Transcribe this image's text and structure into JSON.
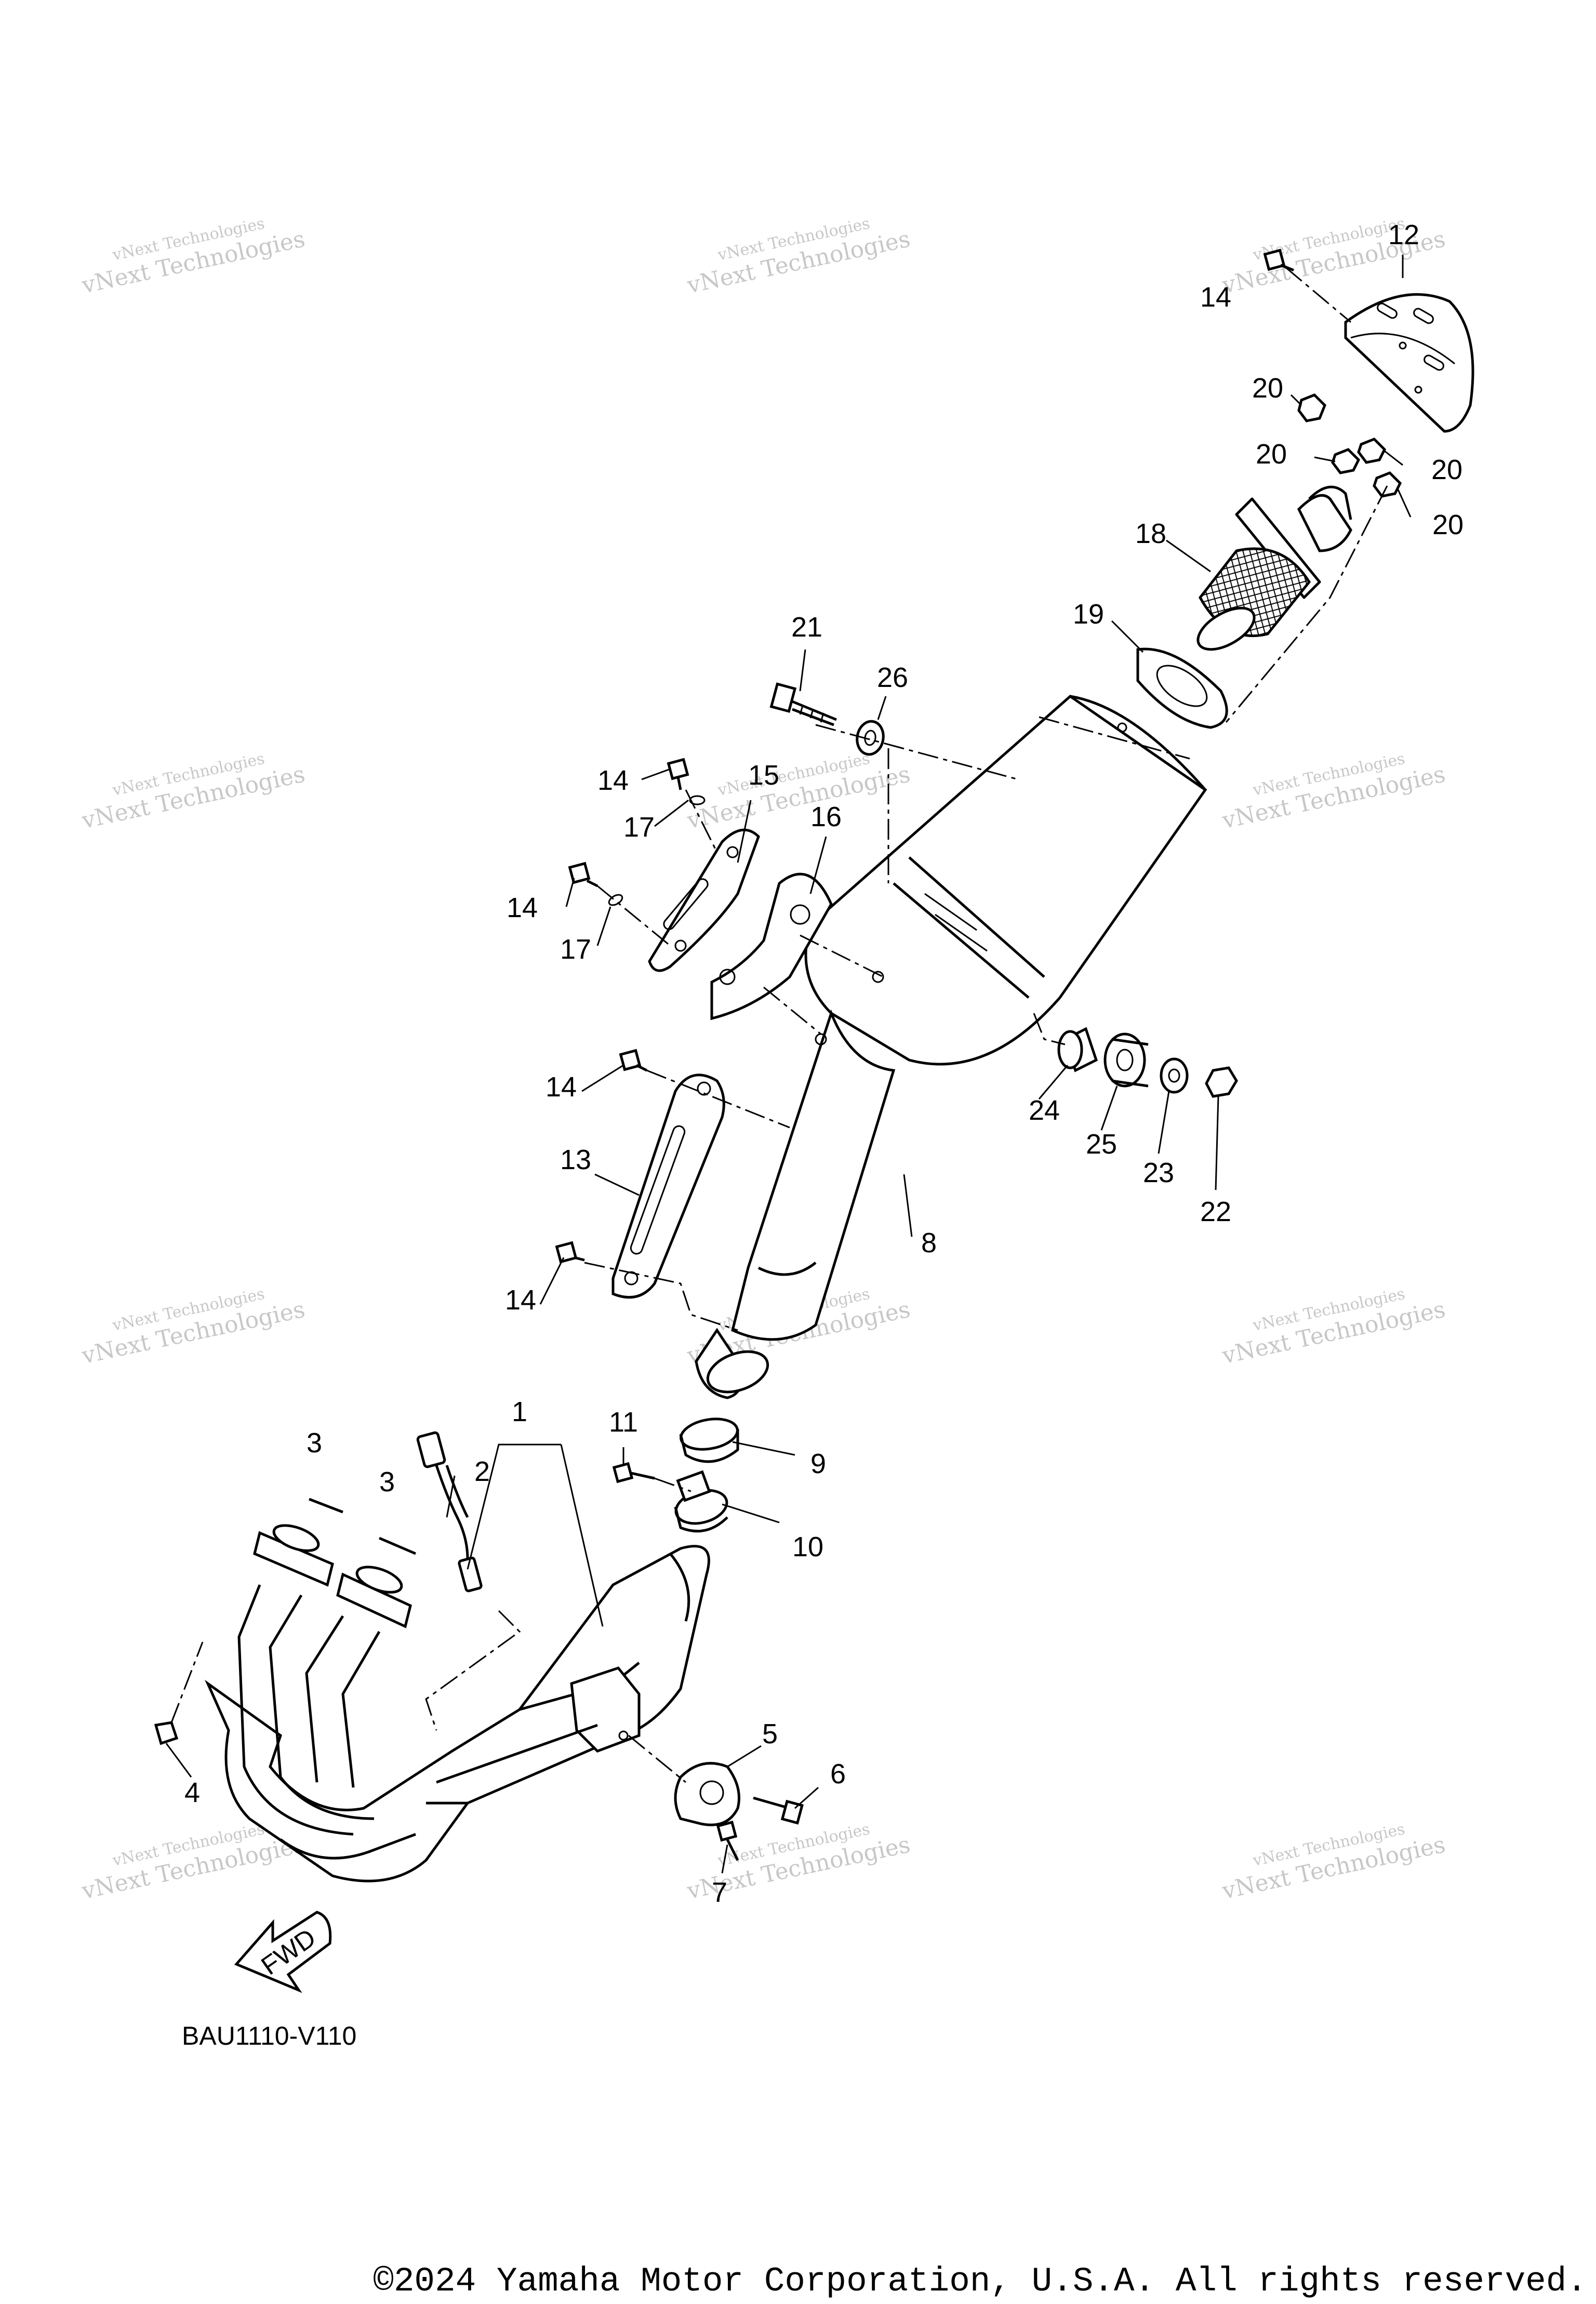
{
  "diagram": {
    "callouts": [
      {
        "id": "c1",
        "text": "1"
      },
      {
        "id": "c2",
        "text": "2"
      },
      {
        "id": "c3a",
        "text": "3"
      },
      {
        "id": "c3b",
        "text": "3"
      },
      {
        "id": "c4",
        "text": "4"
      },
      {
        "id": "c5",
        "text": "5"
      },
      {
        "id": "c6",
        "text": "6"
      },
      {
        "id": "c7",
        "text": "7"
      },
      {
        "id": "c8",
        "text": "8"
      },
      {
        "id": "c9",
        "text": "9"
      },
      {
        "id": "c10",
        "text": "10"
      },
      {
        "id": "c11",
        "text": "11"
      },
      {
        "id": "c12",
        "text": "12"
      },
      {
        "id": "c13",
        "text": "13"
      },
      {
        "id": "c14a",
        "text": "14"
      },
      {
        "id": "c14b",
        "text": "14"
      },
      {
        "id": "c14c",
        "text": "14"
      },
      {
        "id": "c14d",
        "text": "14"
      },
      {
        "id": "c14e",
        "text": "14"
      },
      {
        "id": "c15",
        "text": "15"
      },
      {
        "id": "c16",
        "text": "16"
      },
      {
        "id": "c17a",
        "text": "17"
      },
      {
        "id": "c17b",
        "text": "17"
      },
      {
        "id": "c18",
        "text": "18"
      },
      {
        "id": "c19",
        "text": "19"
      },
      {
        "id": "c20a",
        "text": "20"
      },
      {
        "id": "c20b",
        "text": "20"
      },
      {
        "id": "c20c",
        "text": "20"
      },
      {
        "id": "c20d",
        "text": "20"
      },
      {
        "id": "c21",
        "text": "21"
      },
      {
        "id": "c22",
        "text": "22"
      },
      {
        "id": "c23",
        "text": "23"
      },
      {
        "id": "c24",
        "text": "24"
      },
      {
        "id": "c25",
        "text": "25"
      },
      {
        "id": "c26",
        "text": "26"
      }
    ],
    "fwd_label": "FWD",
    "diagram_code": "BAU1110-V110",
    "watermark_line1": "vNext Technologies",
    "watermark_line2": "vNext Technologies",
    "copyright": "©2024 Yamaha Motor Corporation, U.S.A. All rights reserved."
  }
}
